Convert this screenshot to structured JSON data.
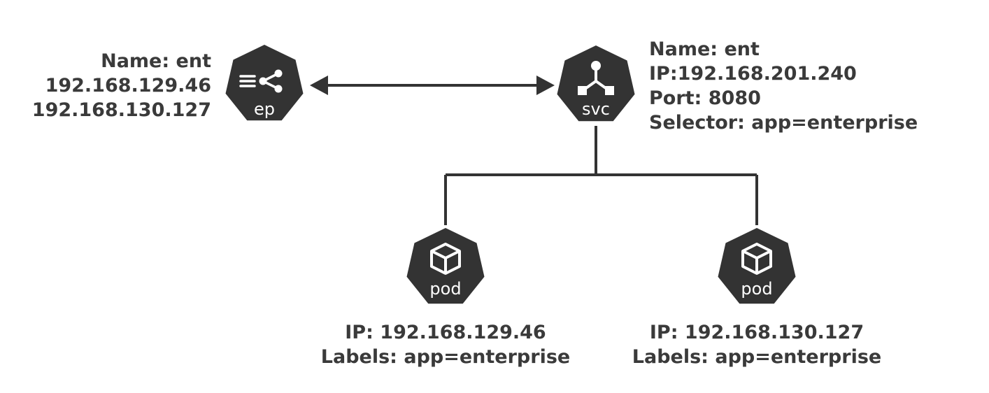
{
  "endpoints": {
    "icon": "endpoints-icon",
    "label": "ep",
    "name": "Name: ent",
    "addresses": [
      "192.168.129.46",
      "192.168.130.127"
    ]
  },
  "service": {
    "icon": "service-icon",
    "label": "svc",
    "name": "Name: ent",
    "ip": "IP:192.168.201.240",
    "port": "Port: 8080",
    "selector": "Selector: app=enterprise"
  },
  "pods": [
    {
      "icon": "pod-cube-icon",
      "label": "pod",
      "ip": "IP: 192.168.129.46",
      "labels": "Labels: app=enterprise"
    },
    {
      "icon": "pod-cube-icon",
      "label": "pod",
      "ip": "IP: 192.168.130.127",
      "labels": "Labels: app=enterprise"
    }
  ],
  "colors": {
    "node_fill": "#333333",
    "line": "#333333",
    "text": "#3a3a3a"
  }
}
